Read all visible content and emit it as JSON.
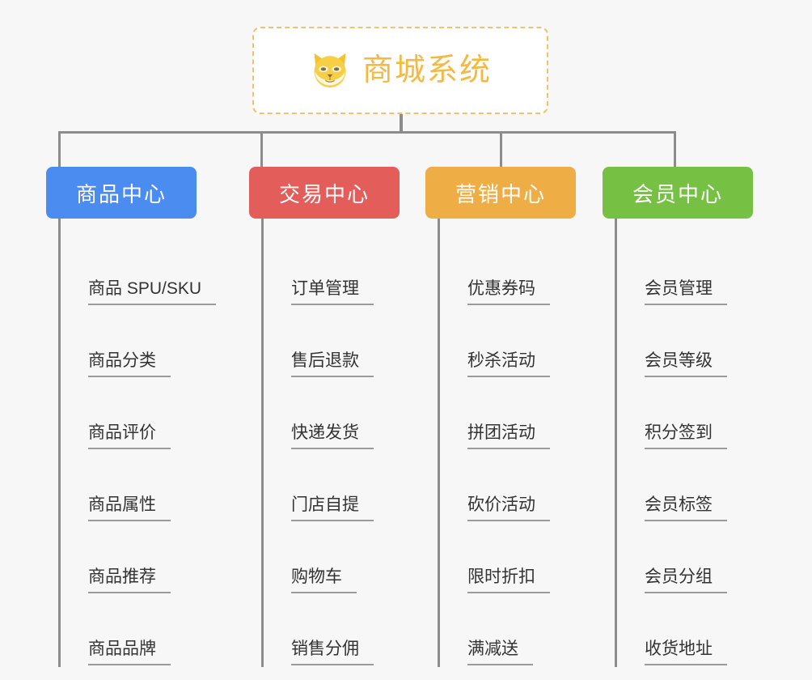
{
  "page": {
    "background_color": "#f7f7f7",
    "title": "商城系统"
  },
  "root": {
    "label": "商城系统",
    "icon": "shiba-dog-icon",
    "text_color": "#f4b942",
    "border_color": "#f3c268",
    "background_color": "#ffffff"
  },
  "connector_color": "#8c8c8c",
  "categories": [
    {
      "label": "商品中心",
      "color": "#4a8cf0",
      "items": [
        "商品 SPU/SKU",
        "商品分类",
        "商品评价",
        "商品属性",
        "商品推荐",
        "商品品牌"
      ]
    },
    {
      "label": "交易中心",
      "color": "#e35d5b",
      "items": [
        "订单管理",
        "售后退款",
        "快递发货",
        "门店自提",
        "购物车",
        "销售分佣"
      ]
    },
    {
      "label": "营销中心",
      "color": "#eeae45",
      "items": [
        "优惠券码",
        "秒杀活动",
        "拼团活动",
        "砍价活动",
        "限时折扣",
        "满减送"
      ]
    },
    {
      "label": "会员中心",
      "color": "#76c044",
      "items": [
        "会员管理",
        "会员等级",
        "积分签到",
        "会员标签",
        "会员分组",
        "收货地址"
      ]
    }
  ]
}
